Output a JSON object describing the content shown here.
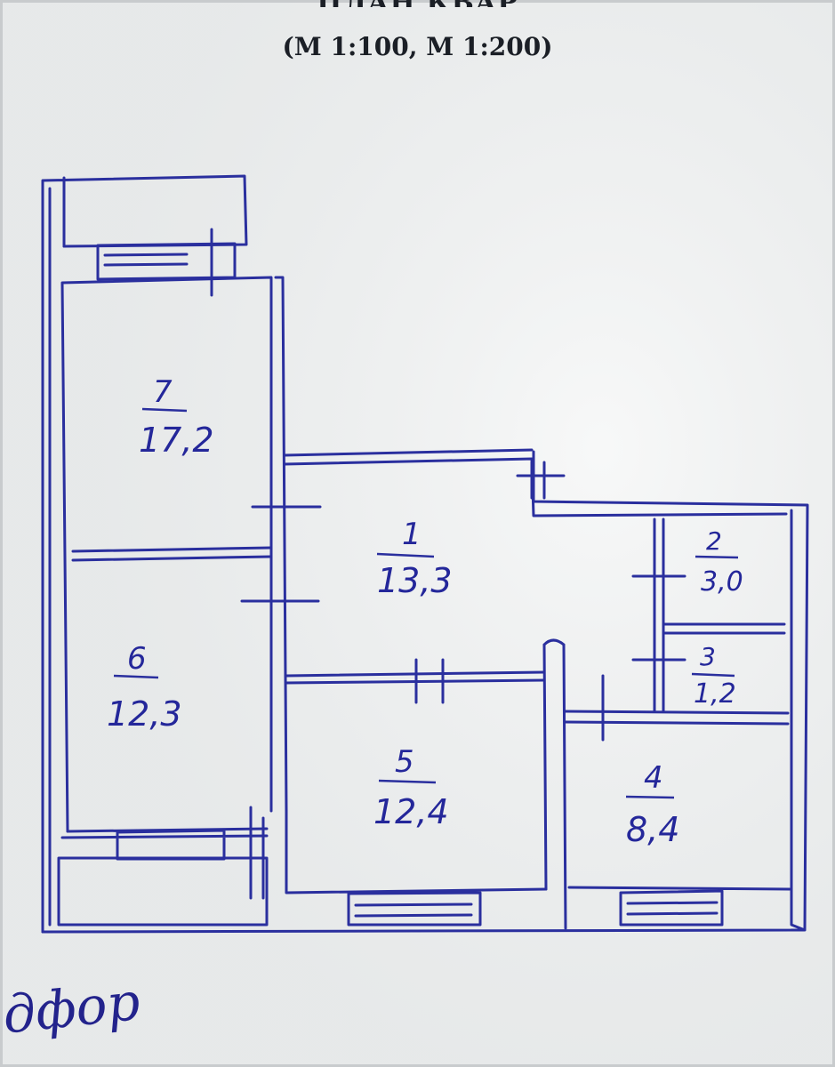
{
  "header": {
    "title": "ПЛАН КВАР",
    "scale": "(М 1:100, М 1:200)"
  },
  "rooms": [
    {
      "number": "7",
      "area": "17,2"
    },
    {
      "number": "1",
      "area": "13,3"
    },
    {
      "number": "2",
      "area": "3,0"
    },
    {
      "number": "6",
      "area": "12,3"
    },
    {
      "number": "3",
      "area": "1,2"
    },
    {
      "number": "5",
      "area": "12,4"
    },
    {
      "number": "4",
      "area": "8,4"
    }
  ],
  "signature": "дфор",
  "colors": {
    "ink": "#2a2f9e",
    "paper": "#eef0f0"
  }
}
